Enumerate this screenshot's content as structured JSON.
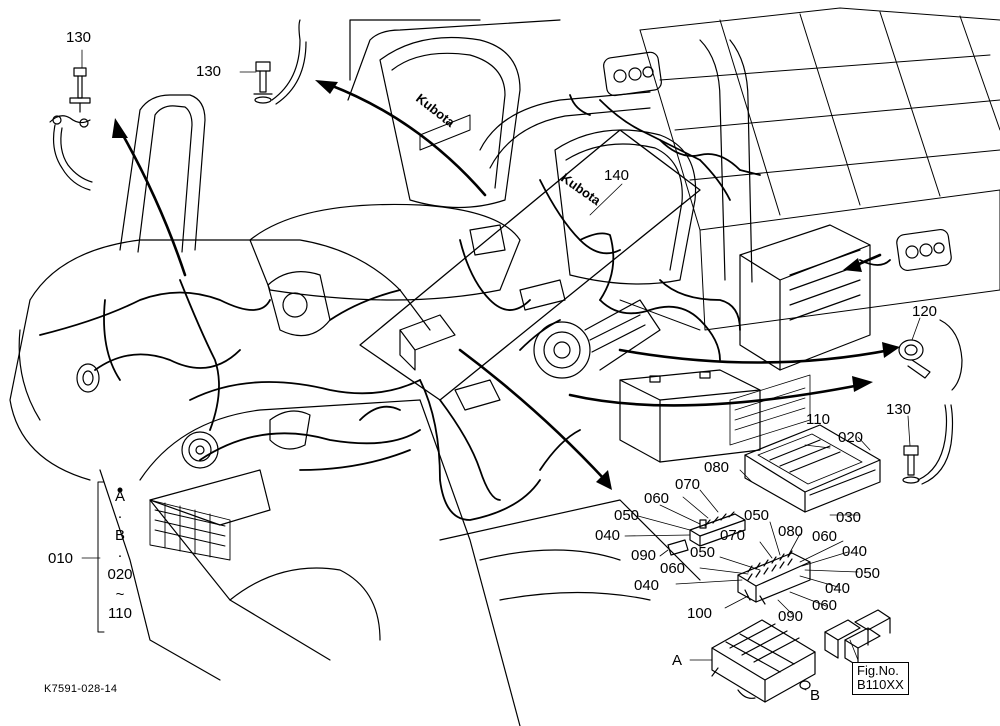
{
  "figure": {
    "code": "K7591-028-14",
    "fig_no_label": "Fig.No.",
    "fig_no_value": "B110XX",
    "brand_marks": [
      "Kubota",
      "Kubota"
    ]
  },
  "callouts": {
    "c130_top_left": "130",
    "c130_top": "130",
    "c140": "140",
    "c120": "120",
    "c130_right": "130",
    "c110": "110",
    "c020": "020",
    "c080_box": "080",
    "c030": "030",
    "c070_a": "070",
    "c060_a": "060",
    "c050_a": "050",
    "c040_a": "040",
    "c090_a": "090",
    "c050_b": "050",
    "c080_b": "080",
    "c070_b": "070",
    "c060_b": "060",
    "c050_c": "050",
    "c060_c": "060",
    "c040_b": "040",
    "c040_c": "040",
    "c050_d": "050",
    "c040_d": "040",
    "c100": "100",
    "c090_b": "090",
    "c060_d": "060",
    "c010": "010",
    "cA": "A",
    "cB": "B"
  },
  "bracket": {
    "line1": "A",
    "line2": "·",
    "line3": "B",
    "line4": "·",
    "line5": "020",
    "line6": "~",
    "line7": "110"
  }
}
